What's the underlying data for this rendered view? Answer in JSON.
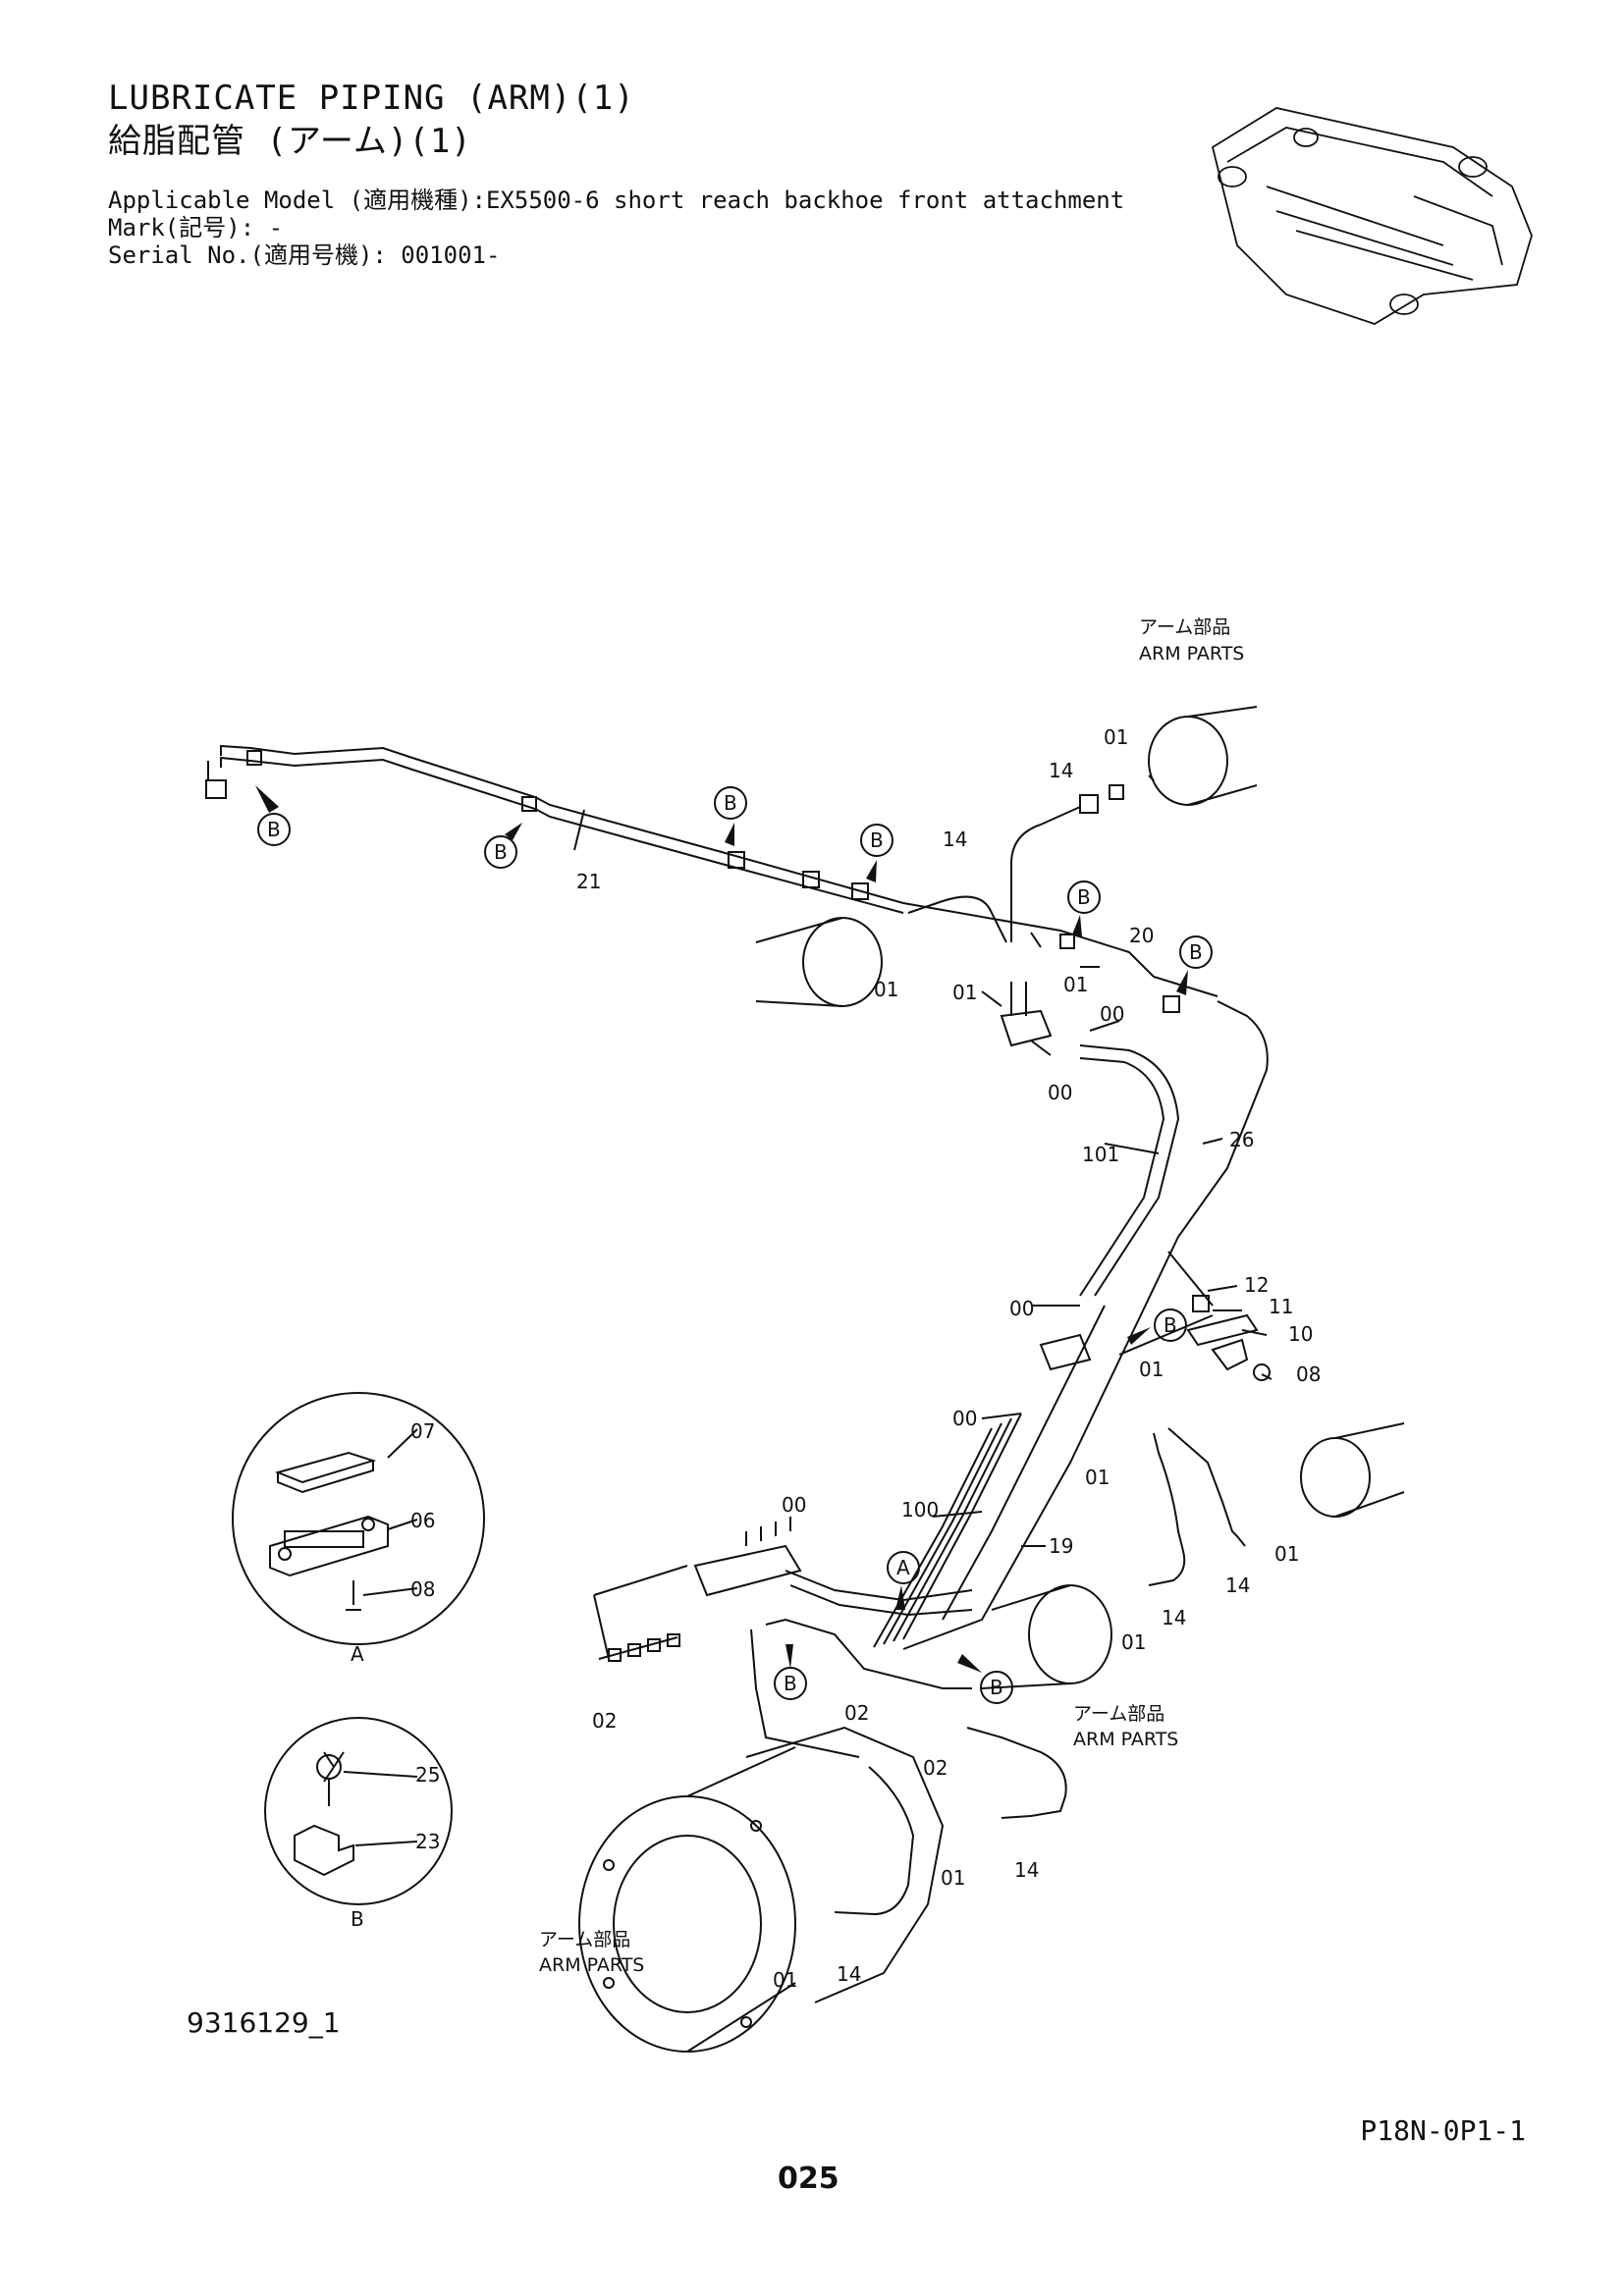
{
  "header": {
    "title_en": "LUBRICATE PIPING (ARM)(1)",
    "title_ja": "給脂配管 (アーム)(1)",
    "applicable_model": "Applicable Model (適用機種):EX5500-6 short reach backhoe front attachment",
    "mark": "Mark(記号): -",
    "serial": "Serial No.(適用号機): 001001-"
  },
  "captions": {
    "arm_parts_ja": "アーム部品",
    "arm_parts_en": "ARM PARTS",
    "view_a": "A",
    "view_b": "B"
  },
  "callouts": {
    "b": "B",
    "a": "A"
  },
  "part_numbers": {
    "p00": "00",
    "p01": "01",
    "p02": "02",
    "p06": "06",
    "p07": "07",
    "p08": "08",
    "p10": "10",
    "p11": "11",
    "p12": "12",
    "p14": "14",
    "p19": "19",
    "p20": "20",
    "p21": "21",
    "p23": "23",
    "p25": "25",
    "p26": "26",
    "p100": "100",
    "p101": "101"
  },
  "footer": {
    "drawing_no": "9316129_1",
    "ref_code": "P18N-0P1-1",
    "page": "025"
  }
}
